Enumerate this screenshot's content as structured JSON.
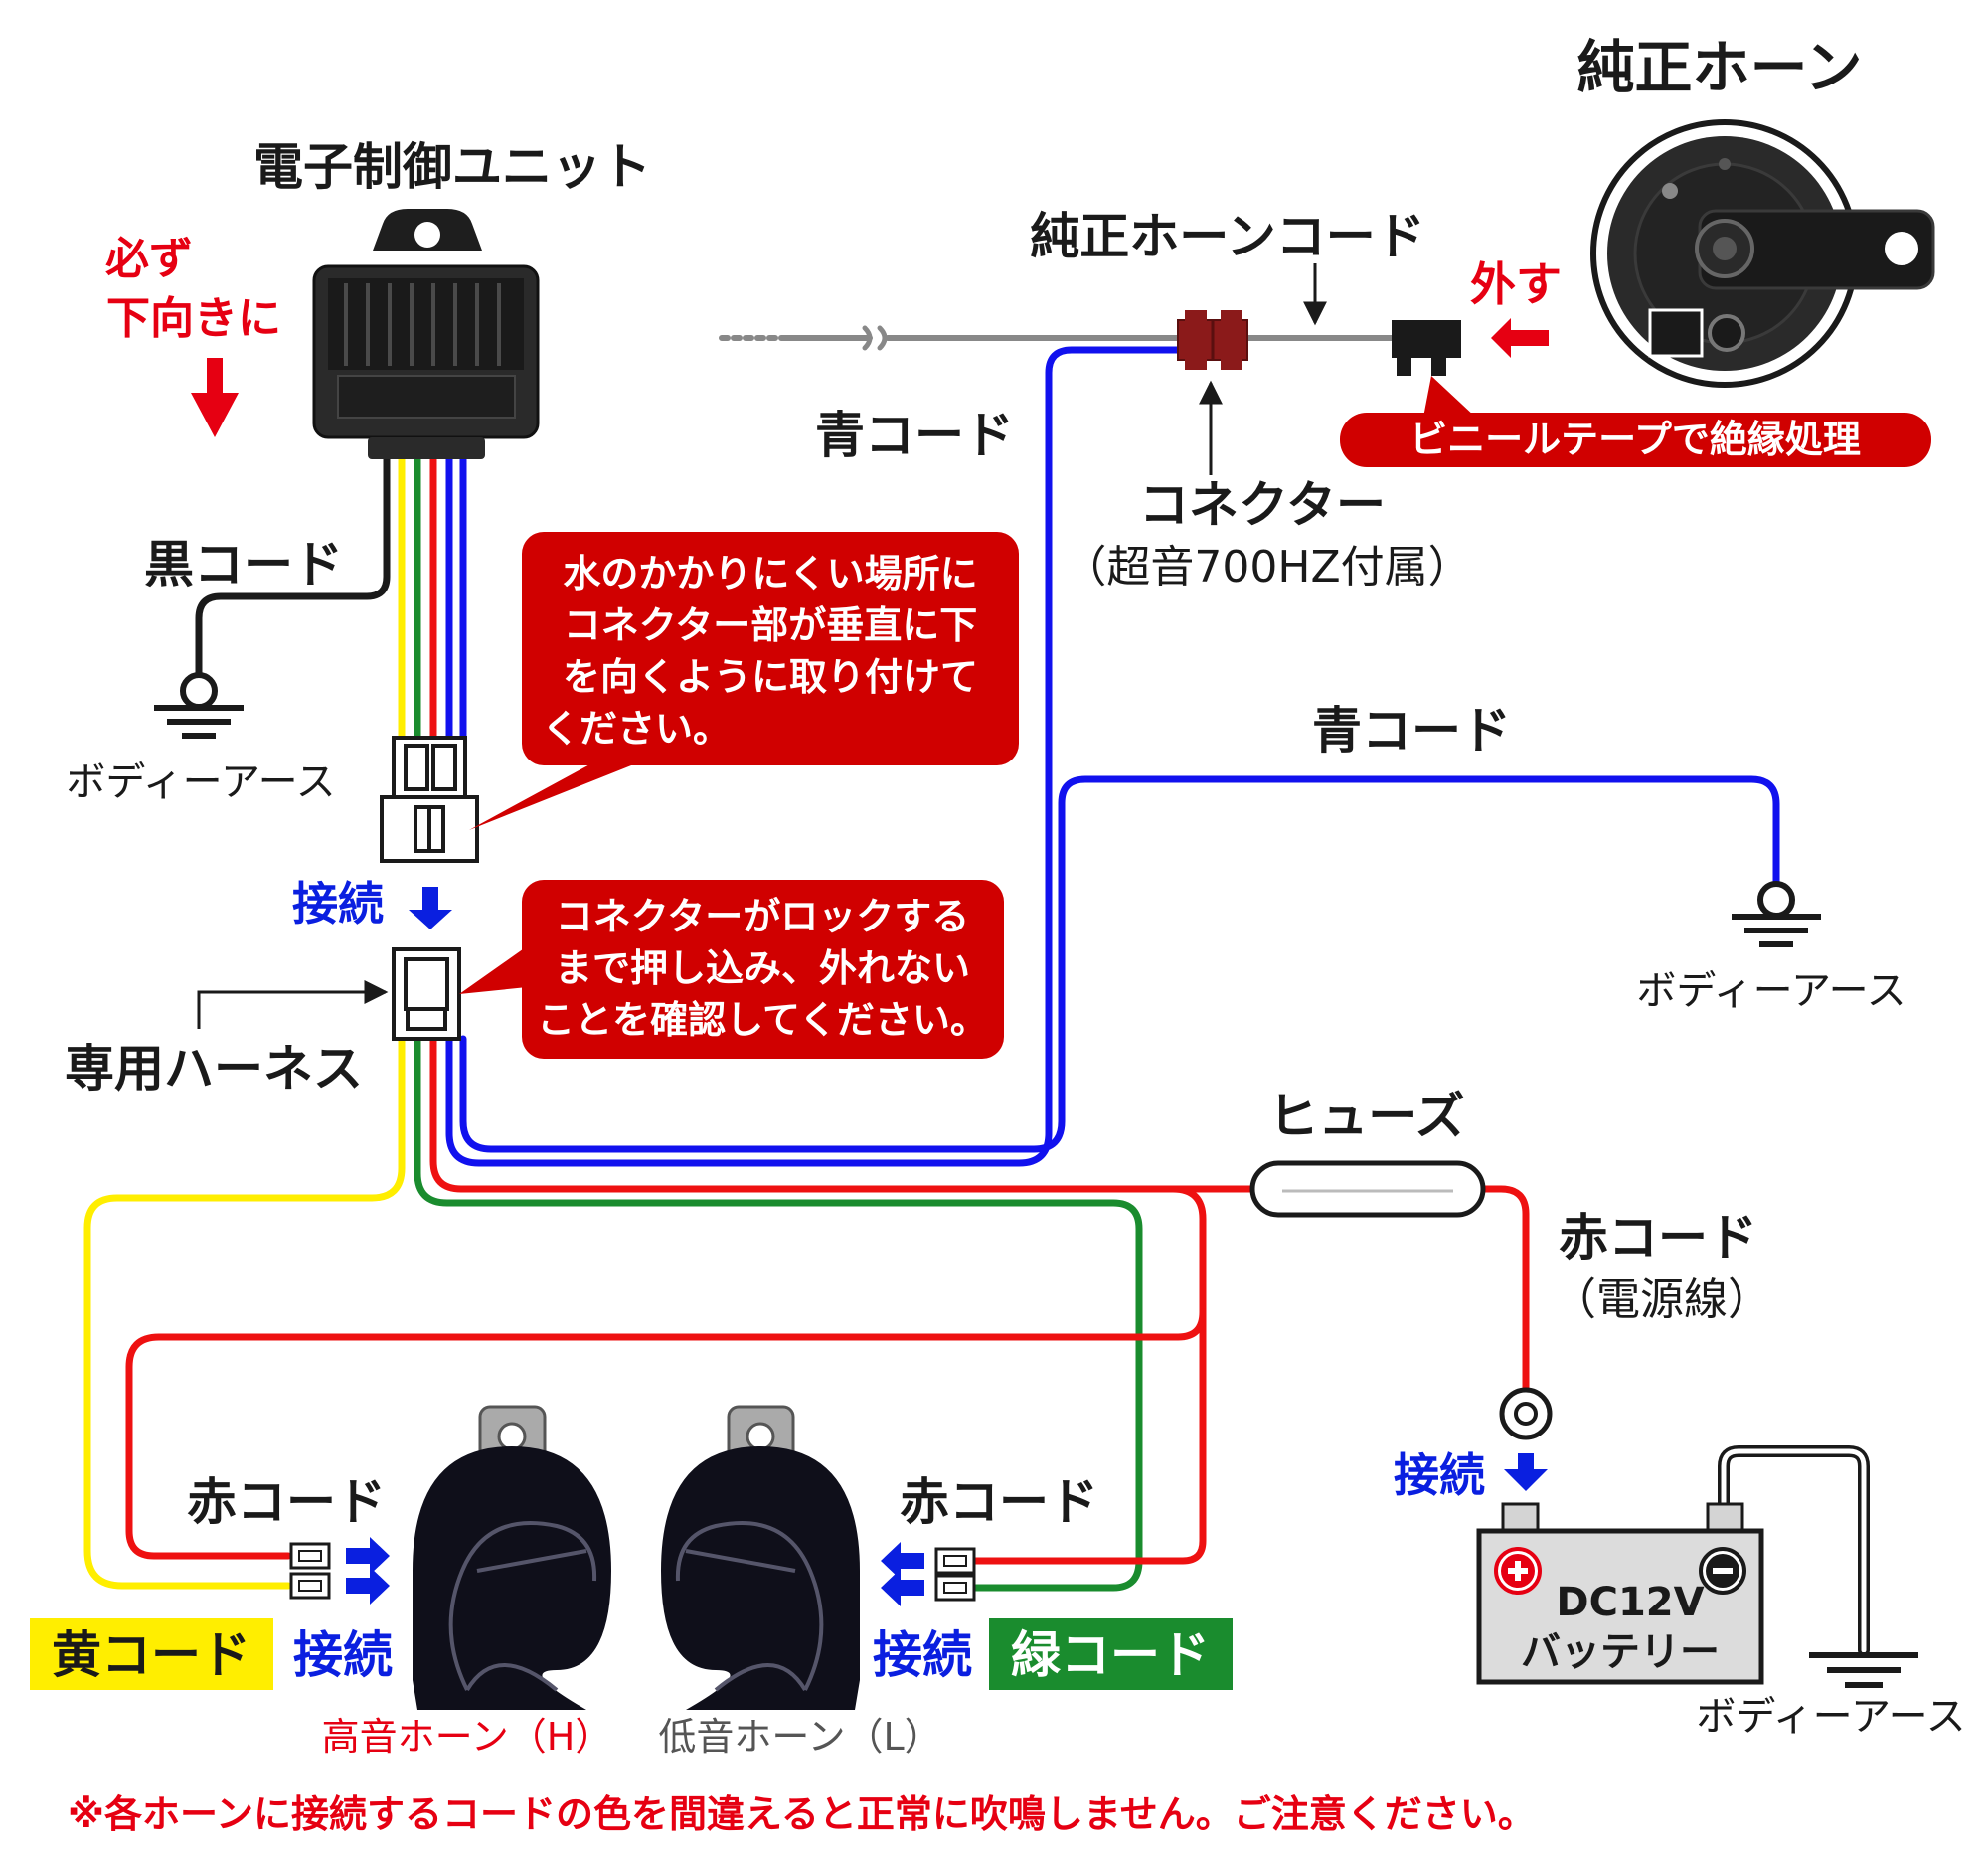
{
  "colors": {
    "black_wire": "#1a1a1a",
    "yellow_wire": "#ffee00",
    "green_wire": "#1a8c2e",
    "red_wire": "#ee1111",
    "blue_wire": "#1111ee",
    "callout_red": "#d00000",
    "highlight_yellow": "#ffee00",
    "highlight_green": "#1a8c2e",
    "connect_blue": "#0a1fe0"
  },
  "ecu": {
    "title": "電子制御ユニット",
    "mount_note_line1": "必ず",
    "mount_note_line2": "下向きに"
  },
  "black_cord": "黒コード",
  "body_ground_1": "ボディーアース",
  "body_ground_2": "ボディーアース",
  "body_ground_3": "ボディーアース",
  "harness_connect": "接続",
  "harness_label": "専用ハーネス",
  "callout_vertical": {
    "line1": "水のかかりにくい場所に",
    "line2": "コネクター部が垂直に下",
    "line3": "を向くように取り付けて",
    "line4": "ください。"
  },
  "callout_lock": {
    "line1": "コネクターがロックする",
    "line2": "まで押し込み、外れない",
    "line3": "ことを確認してください。"
  },
  "stock_horn": {
    "title": "純正ホーン",
    "cord_label": "純正ホーンコード",
    "remove": "外す",
    "tape_note": "ビニールテープで絶縁処理"
  },
  "connector": {
    "label": "コネクター",
    "sub": "（超音700HZ付属）"
  },
  "blue_cord_1": "青コード",
  "blue_cord_2": "青コード",
  "fuse": "ヒューズ",
  "red_cord_power": {
    "label": "赤コード",
    "sub": "（電源線）"
  },
  "battery": {
    "connect": "接続",
    "voltage": "DC12V",
    "label": "バッテリー"
  },
  "high_horn": {
    "red_cord": "赤コード",
    "yellow_cord": "黄コード",
    "connect": "接続",
    "name": "高音ホーン（H）"
  },
  "low_horn": {
    "red_cord": "赤コード",
    "green_cord": "緑コード",
    "connect": "接続",
    "name": "低音ホーン（L）"
  },
  "footer_note": "※各ホーンに接続するコードの色を間違えると正常に吹鳴しません。ご注意ください。"
}
